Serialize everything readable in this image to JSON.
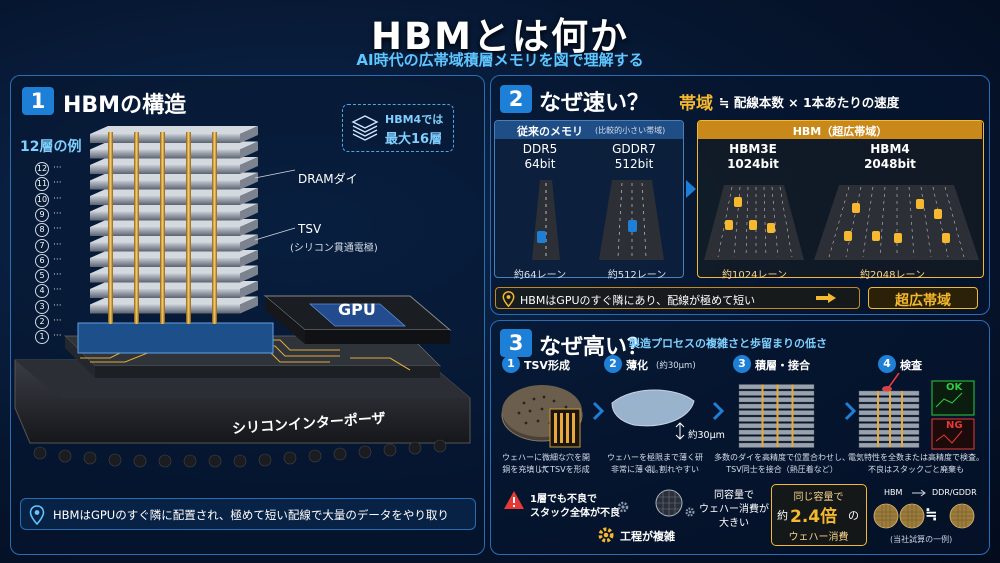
{
  "header": {
    "title": "HBMとは何か",
    "subtitle": "AI時代の広帯域積層メモリを図で理解する"
  },
  "colors": {
    "accent_blue": "#1e7fd6",
    "accent_gold": "#f5b82e",
    "ok_green": "#2ecc40",
    "ng_red": "#e53935"
  },
  "section1": {
    "number": "1",
    "title": "HBMの構造",
    "hbm4_note_line1": "HBM4では",
    "hbm4_note_line2": "最大16層",
    "layers_label": "12層の例",
    "layer_numbers": [
      "12",
      "11",
      "10",
      "9",
      "8",
      "7",
      "6",
      "5",
      "4",
      "3",
      "2",
      "1"
    ],
    "dram_label": "DRAMダイ",
    "tsv_label": "TSV",
    "tsv_sub": "(シリコン貫通電極)",
    "gpu_label": "GPU",
    "interposer_label": "シリコンインターポーザ",
    "bottom_note": "HBMはGPUのすぐ隣に配置され、極めて短い配線で大量のデータをやり取り"
  },
  "section2": {
    "number": "2",
    "title": "なぜ速い？",
    "formula_word": "帯域",
    "formula_rest": "≒ 配線本数 × 1本あたりの速度",
    "conventional_label": "従来のメモリ",
    "conventional_sub": "(比較的小さい帯域)",
    "hbm_label": "HBM（超広帯域）",
    "memories": [
      {
        "name": "DDR5",
        "bits": "64bit",
        "lanes": "約64レーン"
      },
      {
        "name": "GDDR7",
        "bits": "512bit",
        "lanes": "約512レーン"
      },
      {
        "name": "HBM3E",
        "bits": "1024bit",
        "lanes": "約1024レーン"
      },
      {
        "name": "HBM4",
        "bits": "2048bit",
        "lanes": "約2048レーン"
      }
    ],
    "bottom_note": "HBMはGPUのすぐ隣にあり、配線が極めて短い",
    "result_label": "超広帯域"
  },
  "section3": {
    "number": "3",
    "title": "なぜ高い？",
    "subtitle": "製造プロセスの複雑さと歩留まりの低さ",
    "steps": [
      {
        "num": "1",
        "title": "TSV形成",
        "desc_line1": "ウェハーに微細な穴を開け、",
        "desc_line2": "銅を充填してTSVを形成"
      },
      {
        "num": "2",
        "title": "薄化",
        "title_sub": "(約30μm)",
        "measure": "約30μm",
        "desc_line1": "ウェハーを極限まで薄く研削。",
        "desc_line2": "非常に薄く、割れやすい"
      },
      {
        "num": "3",
        "title": "積層・接合",
        "desc_line1": "多数のダイを高精度で位置合わせし、",
        "desc_line2": "TSV同士を接合（熱圧着など）"
      },
      {
        "num": "4",
        "title": "検査",
        "ok": "OK",
        "ng": "NG",
        "desc_line1": "電気特性を全数または高精度で検査。",
        "desc_line2": "不良はスタックごと廃棄も"
      }
    ],
    "factor1_line1": "1層でも不良で",
    "factor1_line2": "スタック全体が不良",
    "factor2_line1": "同容量で",
    "factor2_line2": "ウェハー消費が",
    "factor2_line3": "大きい",
    "factor3": "工程が複雑",
    "ratio_line1": "同じ容量で",
    "ratio_prefix": "約",
    "ratio_value": "2.4倍",
    "ratio_suffix": "の",
    "ratio_line3": "ウェハー消費",
    "compare_hbm": "HBM",
    "compare_ddr": "DDR/GDDR",
    "approx_sign": "≒",
    "footnote": "(当社試算の一例)"
  }
}
